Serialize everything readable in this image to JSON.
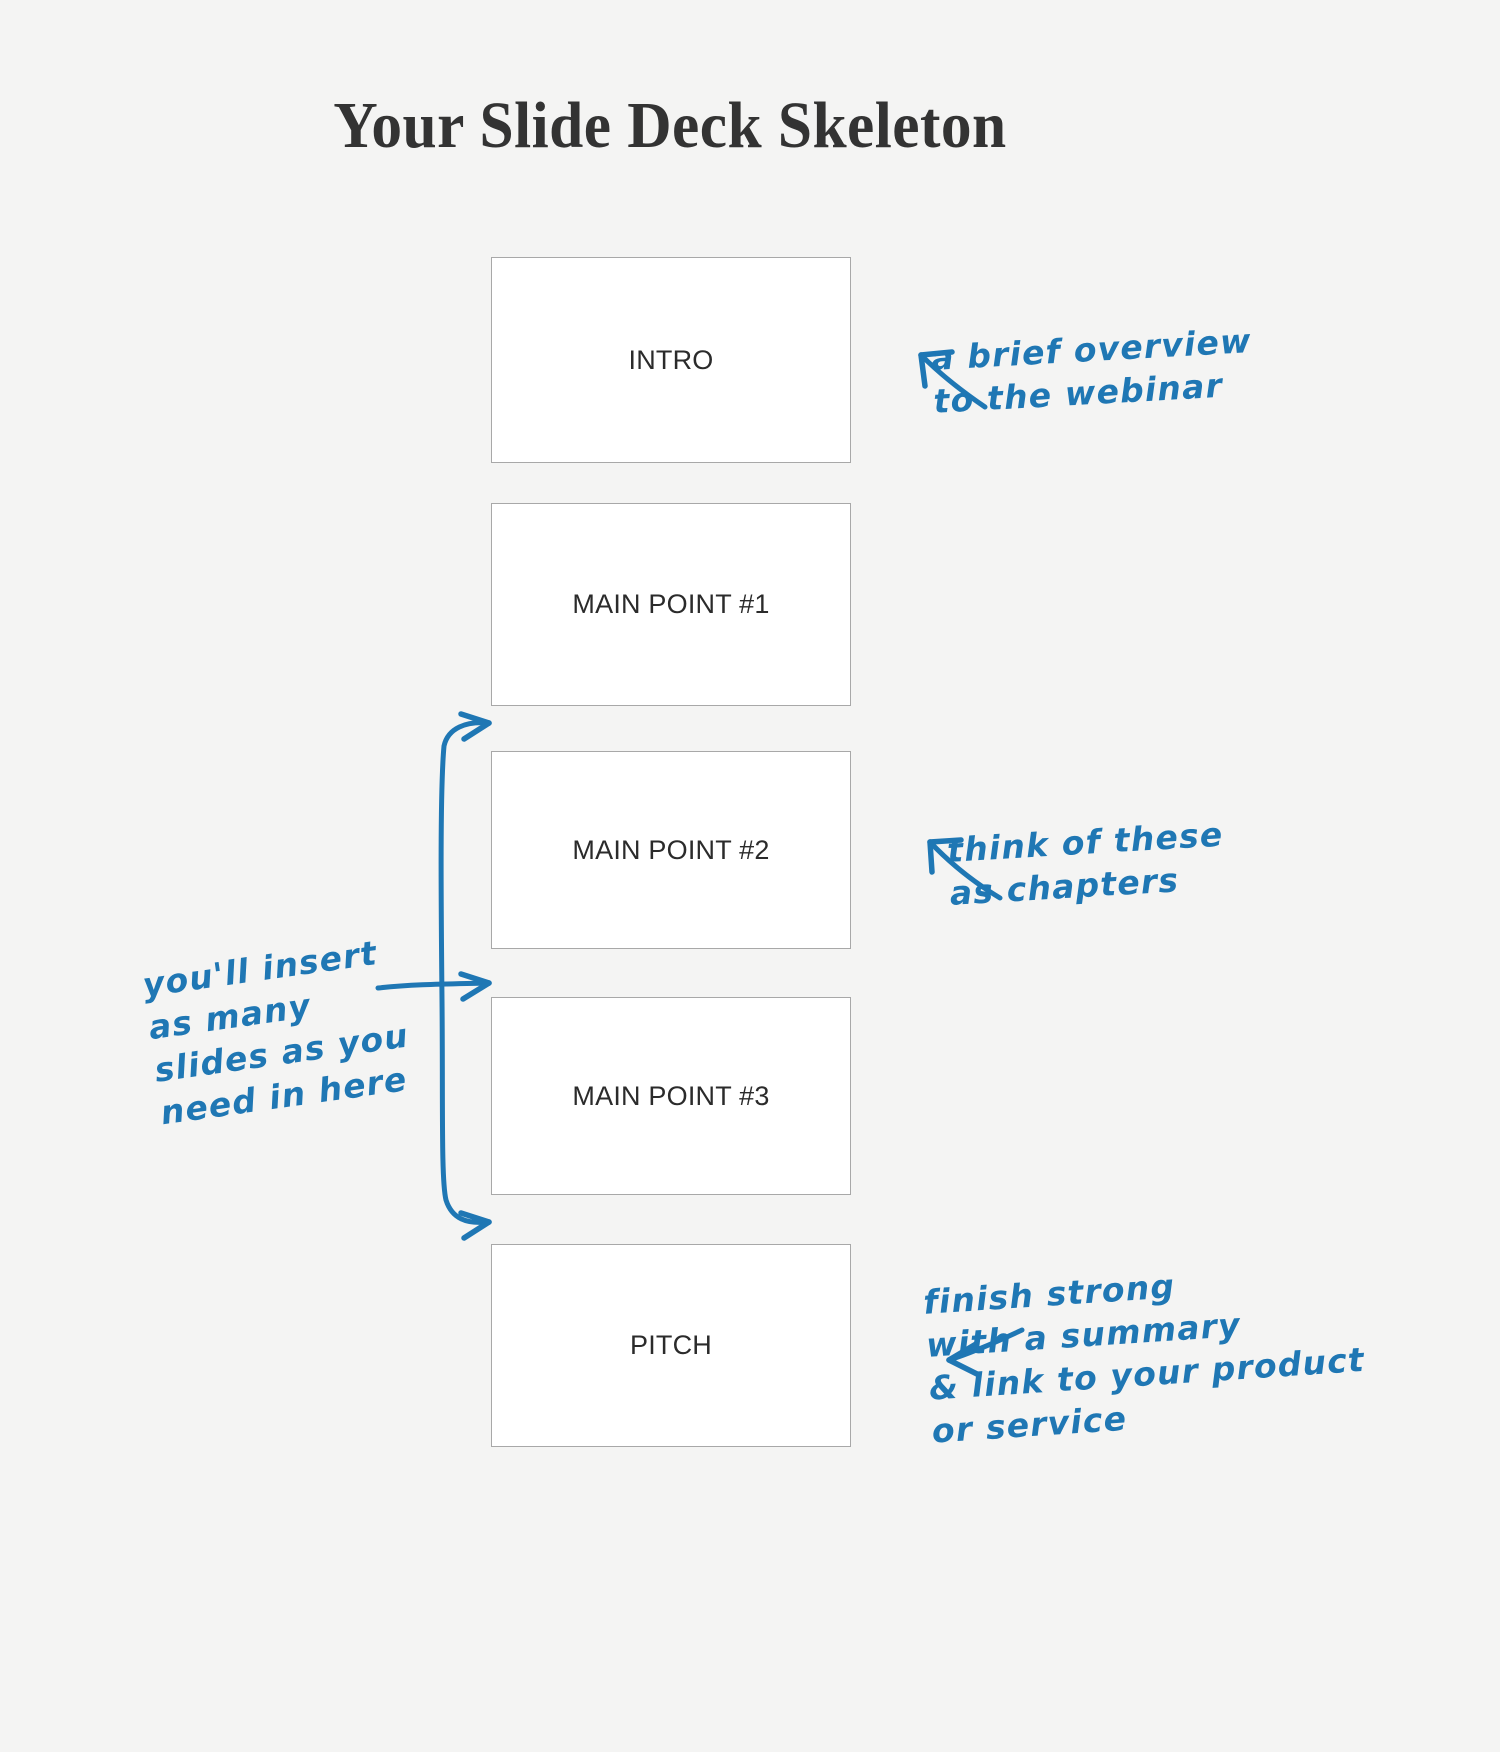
{
  "page": {
    "title": "Your Slide Deck Skeleton",
    "background_color": "#f4f4f3",
    "ink_color": "#1f77b4",
    "box_fill": "#ffffff",
    "box_border_color": "#a8a8a8",
    "title_color": "#333333"
  },
  "slides": [
    {
      "id": "intro",
      "label": "INTRO"
    },
    {
      "id": "mp1",
      "label": "MAIN POINT #1"
    },
    {
      "id": "mp2",
      "label": "MAIN POINT #2"
    },
    {
      "id": "mp3",
      "label": "MAIN POINT #3"
    },
    {
      "id": "pitch",
      "label": "PITCH"
    }
  ],
  "annotations": [
    {
      "id": "note-intro",
      "target": "intro",
      "text": "a brief overview\nto the webinar",
      "arrow": "up-left"
    },
    {
      "id": "note-chapters",
      "target": "mp2",
      "text": "think of these\nas chapters",
      "arrow": "up-left"
    },
    {
      "id": "note-pitch",
      "target": "pitch",
      "text": "finish strong\nwith a summary\n& link to your product\nor service",
      "arrow": "left"
    },
    {
      "id": "note-insert",
      "target": "middle-slides",
      "text": "you'll insert\nas many\nslides as you\nneed in here",
      "arrow": "bracket-right"
    }
  ]
}
